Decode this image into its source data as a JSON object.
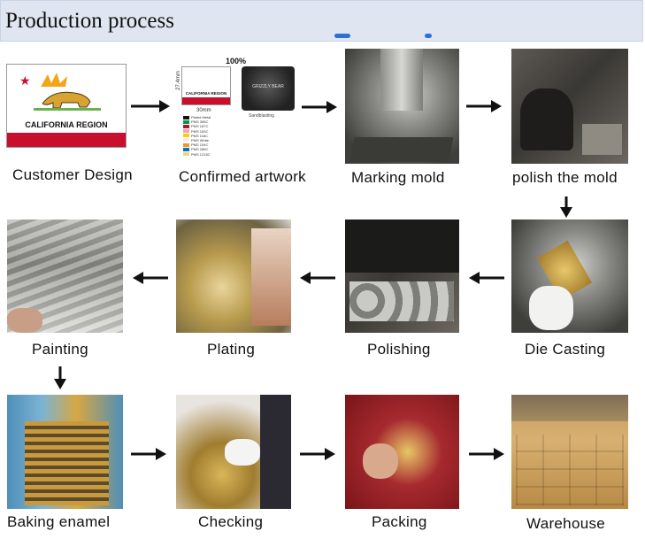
{
  "header": {
    "title": "Production process"
  },
  "design": {
    "flag_text": "CALIFORNIA REGION"
  },
  "artwork": {
    "percent": "100%",
    "dim_vertical": "27.4mm",
    "dim_horizontal": "30mm",
    "dark_label": "GRIZZLY BEAR",
    "dark_caption": "Sandblasting",
    "swatches": [
      {
        "label": "Plated Metal",
        "color": "#111111"
      },
      {
        "label": "PMS 355C",
        "color": "#009a44"
      },
      {
        "label": "PMS 187C",
        "color": "#a6192e"
      },
      {
        "label": "PMS 183C",
        "color": "#f7a1b5"
      },
      {
        "label": "PMS 116C",
        "color": "#ffcd00"
      },
      {
        "label": "PMS White",
        "color": "#eeeeee"
      },
      {
        "label": "PMS 154C",
        "color": "#f7941d"
      },
      {
        "label": "PMS 285C",
        "color": "#0072ce"
      },
      {
        "label": "PMS 1215C",
        "color": "#f4d67a"
      }
    ]
  },
  "steps": [
    {
      "label": "Customer Design"
    },
    {
      "label": "Confirmed artwork"
    },
    {
      "label": "Marking mold"
    },
    {
      "label": "polish the mold"
    },
    {
      "label": "Die Casting"
    },
    {
      "label": "Polishing"
    },
    {
      "label": "Plating"
    },
    {
      "label": "Painting"
    },
    {
      "label": "Baking enamel"
    },
    {
      "label": "Checking"
    },
    {
      "label": "Packing"
    },
    {
      "label": "Warehouse"
    }
  ],
  "colors": {
    "header_bg": "#dfe6f1",
    "arrow": "#111111",
    "flag_red": "#c8102e"
  }
}
